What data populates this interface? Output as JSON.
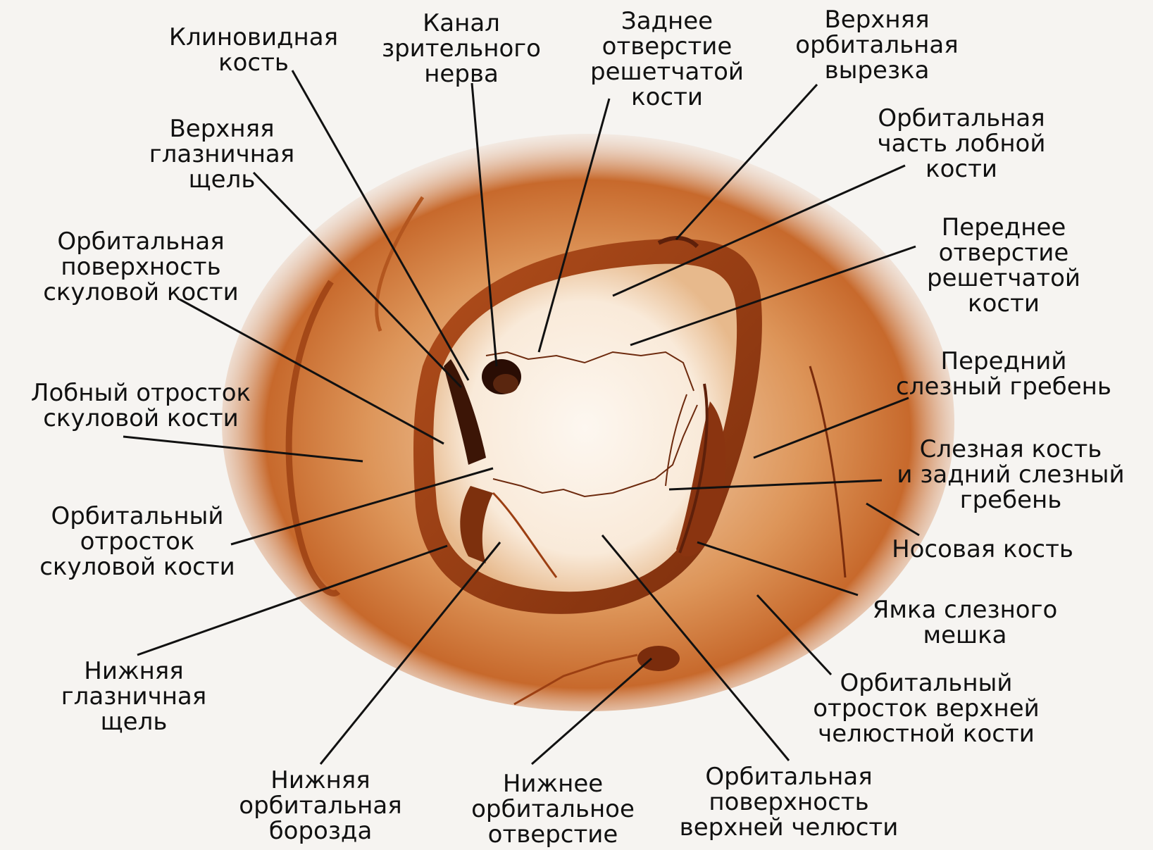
{
  "labels": {
    "sphenoid": [
      "Клиновидная",
      "кость"
    ],
    "optic_canal": [
      "Канал",
      "зрительного",
      "нерва"
    ],
    "posterior_ethmoidal": [
      "Заднее",
      "отверстие",
      "решетчатой",
      "кости"
    ],
    "supraorbital_notch": [
      "Верхняя",
      "орбитальная",
      "вырезка"
    ],
    "superior_fissure": [
      "Верхняя",
      "глазничная",
      "щель"
    ],
    "frontal_orbital_part": [
      "Орбитальная",
      "часть лобной",
      "кости"
    ],
    "zygomatic_orbital_surface": [
      "Орбитальная",
      "поверхность",
      "скуловой кости"
    ],
    "anterior_ethmoidal": [
      "Переднее",
      "отверстие",
      "решетчатой",
      "кости"
    ],
    "zygomatic_frontal_process": [
      "Лобный отросток",
      "скуловой кости"
    ],
    "anterior_lacrimal_crest": [
      "Передний",
      "слезный гребень"
    ],
    "lacrimal_bone": [
      "Слезная кость",
      "и задний слезный",
      "гребень"
    ],
    "zygomatic_orbital_process": [
      "Орбитальный",
      "отросток",
      "скуловой кости"
    ],
    "nasal_bone": [
      "Носовая кость"
    ],
    "lacrimal_fossa": [
      "Ямка слезного",
      "мешка"
    ],
    "inferior_fissure": [
      "Нижняя",
      "глазничная",
      "щель"
    ],
    "maxilla_frontal_process": [
      "Орбитальный",
      "отросток верхней",
      "челюстной кости"
    ],
    "infraorbital_groove": [
      "Нижняя",
      "орбитальная",
      "борозда"
    ],
    "infraorbital_foramen": [
      "Нижнее",
      "орбитальное",
      "отверстие"
    ],
    "maxilla_orbital_surface": [
      "Орбитальная",
      "поверхность",
      "верхней челюсти"
    ]
  },
  "colors": {
    "bone_dark": "#9c3f12",
    "bone_mid": "#c8692f",
    "bone_light": "#efc9a5",
    "orbit_floor": "#fbf2e8",
    "leader": "#111111"
  }
}
